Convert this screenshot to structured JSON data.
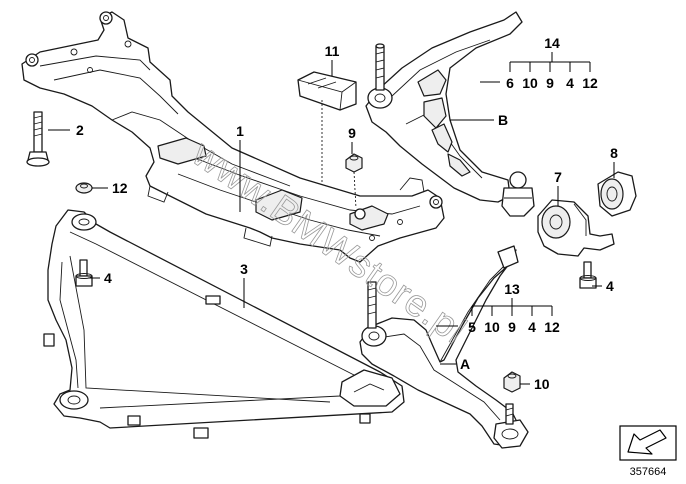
{
  "diagram_id": "357664",
  "watermark": "www.BMWstore.pl",
  "callouts": {
    "c1": "1",
    "c2": "2",
    "c3": "3",
    "c4_left": "4",
    "c4_right": "4",
    "c7": "7",
    "c8": "8",
    "c9": "9",
    "c10": "10",
    "c11": "11",
    "c12": "12",
    "cA": "A",
    "cB": "B"
  },
  "group_upper": {
    "head": "14",
    "items": [
      "6",
      "10",
      "9",
      "4",
      "12"
    ]
  },
  "group_lower": {
    "head": "13",
    "items": [
      "5",
      "10",
      "9",
      "4",
      "12"
    ]
  }
}
